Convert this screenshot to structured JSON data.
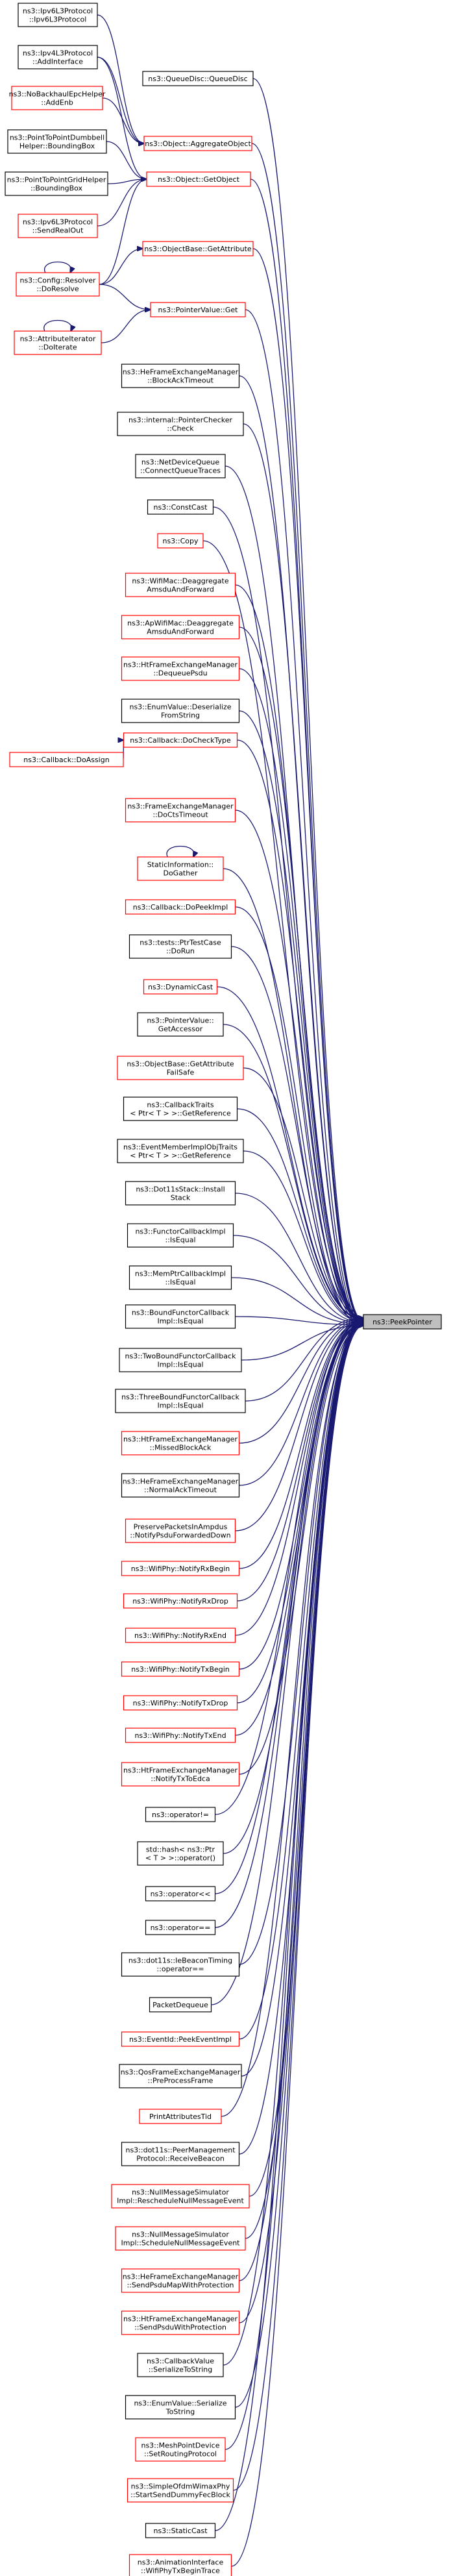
{
  "graph": {
    "colors": {
      "edge": "#191970",
      "border_red": "#ff0000",
      "border_black": "#000000",
      "root_fill": "#bfbfbf",
      "text": "#000000"
    },
    "root": {
      "id": "peek",
      "lines": [
        "ns3::PeekPointer"
      ],
      "style": "root"
    },
    "nodes": [
      {
        "id": "ipv6l3proto",
        "lines": [
          "ns3::Ipv6L3Protocol",
          "::Ipv6L3Protocol"
        ],
        "style": "black"
      },
      {
        "id": "ipv4l3add",
        "lines": [
          "ns3::Ipv4L3Protocol",
          "::AddInterface"
        ],
        "style": "black"
      },
      {
        "id": "nobackhaul",
        "lines": [
          "ns3::NoBackhaulEpcHelper",
          "::AddEnb"
        ],
        "style": "red"
      },
      {
        "id": "p2pdumbbell",
        "lines": [
          "ns3::PointToPointDumbbell",
          "Helper::BoundingBox"
        ],
        "style": "black"
      },
      {
        "id": "p2pgrid",
        "lines": [
          "ns3::PointToPointGridHelper",
          "::BoundingBox"
        ],
        "style": "black"
      },
      {
        "id": "ipv6send",
        "lines": [
          "ns3::Ipv6L3Protocol",
          "::SendRealOut"
        ],
        "style": "red"
      },
      {
        "id": "resolver",
        "lines": [
          "ns3::Config::Resolver",
          "::DoResolve"
        ],
        "style": "red"
      },
      {
        "id": "attriter",
        "lines": [
          "ns3::AttributeIterator",
          "::DoIterate"
        ],
        "style": "red"
      },
      {
        "id": "queuedisc",
        "lines": [
          "ns3::QueueDisc::QueueDisc"
        ],
        "style": "black"
      },
      {
        "id": "aggregate",
        "lines": [
          "ns3::Object::AggregateObject"
        ],
        "style": "red"
      },
      {
        "id": "getobject",
        "lines": [
          "ns3::Object::GetObject"
        ],
        "style": "red"
      },
      {
        "id": "getattribute",
        "lines": [
          "ns3::ObjectBase::GetAttribute"
        ],
        "style": "red"
      },
      {
        "id": "pvget",
        "lines": [
          "ns3::PointerValue::Get"
        ],
        "style": "red"
      },
      {
        "id": "heblockack",
        "lines": [
          "ns3::HeFrameExchangeManager",
          "::BlockAckTimeout"
        ],
        "style": "black"
      },
      {
        "id": "ptrcheck",
        "lines": [
          "ns3::internal::PointerChecker",
          "::Check"
        ],
        "style": "black"
      },
      {
        "id": "netdevq",
        "lines": [
          "ns3::NetDeviceQueue",
          "::ConnectQueueTraces"
        ],
        "style": "black"
      },
      {
        "id": "constcast",
        "lines": [
          "ns3::ConstCast"
        ],
        "style": "black"
      },
      {
        "id": "copy",
        "lines": [
          "ns3::Copy"
        ],
        "style": "red"
      },
      {
        "id": "wifimacdeagg",
        "lines": [
          "ns3::WifiMac::Deaggregate",
          "AmsduAndForward"
        ],
        "style": "red"
      },
      {
        "id": "apwifideagg",
        "lines": [
          "ns3::ApWifiMac::Deaggregate",
          "AmsduAndForward"
        ],
        "style": "red"
      },
      {
        "id": "htdequeue",
        "lines": [
          "ns3::HtFrameExchangeManager",
          "::DequeuePsdu"
        ],
        "style": "red"
      },
      {
        "id": "enumdeser",
        "lines": [
          "ns3::EnumValue::Deserialize",
          "FromString"
        ],
        "style": "black"
      },
      {
        "id": "docheck",
        "lines": [
          "ns3::Callback::DoCheckType"
        ],
        "style": "red"
      },
      {
        "id": "doassign",
        "lines": [
          "ns3::Callback::DoAssign"
        ],
        "style": "red"
      },
      {
        "id": "fedocts",
        "lines": [
          "ns3::FrameExchangeManager",
          "::DoCtsTimeout"
        ],
        "style": "red"
      },
      {
        "id": "staticinfo",
        "lines": [
          "StaticInformation::",
          "DoGather"
        ],
        "style": "red"
      },
      {
        "id": "dopeek",
        "lines": [
          "ns3::Callback::DoPeekImpl"
        ],
        "style": "red"
      },
      {
        "id": "ptrtestrun",
        "lines": [
          "ns3::tests::PtrTestCase",
          "::DoRun"
        ],
        "style": "black"
      },
      {
        "id": "dynamiccast",
        "lines": [
          "ns3::DynamicCast"
        ],
        "style": "red"
      },
      {
        "id": "pvgetaccessor",
        "lines": [
          "ns3::PointerValue::",
          "GetAccessor"
        ],
        "style": "black"
      },
      {
        "id": "getattrfailsafe",
        "lines": [
          "ns3::ObjectBase::GetAttribute",
          "FailSafe"
        ],
        "style": "red"
      },
      {
        "id": "cbtraits",
        "lines": [
          "ns3::CallbackTraits",
          "< Ptr< T > >::GetReference"
        ],
        "style": "black"
      },
      {
        "id": "evmember",
        "lines": [
          "ns3::EventMemberImplObjTraits",
          "< Ptr< T > >::GetReference"
        ],
        "style": "black"
      },
      {
        "id": "dot11sinstall",
        "lines": [
          "ns3::Dot11sStack::Install",
          "Stack"
        ],
        "style": "black"
      },
      {
        "id": "functorequal",
        "lines": [
          "ns3::FunctorCallbackImpl",
          "::IsEqual"
        ],
        "style": "black"
      },
      {
        "id": "memptrequal",
        "lines": [
          "ns3::MemPtrCallbackImpl",
          "::IsEqual"
        ],
        "style": "black"
      },
      {
        "id": "boundfunctor",
        "lines": [
          "ns3::BoundFunctorCallback",
          "Impl::IsEqual"
        ],
        "style": "black"
      },
      {
        "id": "twobound",
        "lines": [
          "ns3::TwoBoundFunctorCallback",
          "Impl::IsEqual"
        ],
        "style": "black"
      },
      {
        "id": "threebound",
        "lines": [
          "ns3::ThreeBoundFunctorCallback",
          "Impl::IsEqual"
        ],
        "style": "black"
      },
      {
        "id": "htmissed",
        "lines": [
          "ns3::HtFrameExchangeManager",
          "::MissedBlockAck"
        ],
        "style": "red"
      },
      {
        "id": "henormal",
        "lines": [
          "ns3::HeFrameExchangeManager",
          "::NormalAckTimeout"
        ],
        "style": "black"
      },
      {
        "id": "preservepkts",
        "lines": [
          "PreservePacketsInAmpdus",
          "::NotifyPsduForwardedDown"
        ],
        "style": "red"
      },
      {
        "id": "rxbegin",
        "lines": [
          "ns3::WifiPhy::NotifyRxBegin"
        ],
        "style": "red"
      },
      {
        "id": "rxdrop",
        "lines": [
          "ns3::WifiPhy::NotifyRxDrop"
        ],
        "style": "red"
      },
      {
        "id": "rxend",
        "lines": [
          "ns3::WifiPhy::NotifyRxEnd"
        ],
        "style": "red"
      },
      {
        "id": "txbegin",
        "lines": [
          "ns3::WifiPhy::NotifyTxBegin"
        ],
        "style": "red"
      },
      {
        "id": "txdrop",
        "lines": [
          "ns3::WifiPhy::NotifyTxDrop"
        ],
        "style": "red"
      },
      {
        "id": "txend",
        "lines": [
          "ns3::WifiPhy::NotifyTxEnd"
        ],
        "style": "red"
      },
      {
        "id": "httxtoedca",
        "lines": [
          "ns3::HtFrameExchangeManager",
          "::NotifyTxToEdca"
        ],
        "style": "red"
      },
      {
        "id": "opneq",
        "lines": [
          "ns3::operator!="
        ],
        "style": "black"
      },
      {
        "id": "stdhash",
        "lines": [
          "std::hash< ns3::Ptr",
          "< T > >::operator()"
        ],
        "style": "black"
      },
      {
        "id": "oplt",
        "lines": [
          "ns3::operator<<"
        ],
        "style": "black"
      },
      {
        "id": "opeq",
        "lines": [
          "ns3::operator=="
        ],
        "style": "black"
      },
      {
        "id": "dot11sbeacon",
        "lines": [
          "ns3::dot11s::IeBeaconTiming",
          "::operator=="
        ],
        "style": "black"
      },
      {
        "id": "pktdequeue",
        "lines": [
          "PacketDequeue"
        ],
        "style": "black"
      },
      {
        "id": "eventpeek",
        "lines": [
          "ns3::EventId::PeekEventImpl"
        ],
        "style": "red"
      },
      {
        "id": "qospre",
        "lines": [
          "ns3::QosFrameExchangeManager",
          "::PreProcessFrame"
        ],
        "style": "black"
      },
      {
        "id": "printattr",
        "lines": [
          "PrintAttributesTid"
        ],
        "style": "red"
      },
      {
        "id": "peermgmt",
        "lines": [
          "ns3::dot11s::PeerManagement",
          "Protocol::ReceiveBeacon"
        ],
        "style": "black"
      },
      {
        "id": "nullresched",
        "lines": [
          "ns3::NullMessageSimulator",
          "Impl::RescheduleNullMessageEvent"
        ],
        "style": "red"
      },
      {
        "id": "nullsched",
        "lines": [
          "ns3::NullMessageSimulator",
          "Impl::ScheduleNullMessageEvent"
        ],
        "style": "red"
      },
      {
        "id": "hesendmap",
        "lines": [
          "ns3::HeFrameExchangeManager",
          "::SendPsduMapWithProtection"
        ],
        "style": "red"
      },
      {
        "id": "htsendpsdu",
        "lines": [
          "ns3::HtFrameExchangeManager",
          "::SendPsduWithProtection"
        ],
        "style": "red"
      },
      {
        "id": "cbserialize",
        "lines": [
          "ns3::CallbackValue",
          "::SerializeToString"
        ],
        "style": "black"
      },
      {
        "id": "enumserialize",
        "lines": [
          "ns3::EnumValue::Serialize",
          "ToString"
        ],
        "style": "black"
      },
      {
        "id": "meshsetrouting",
        "lines": [
          "ns3::MeshPointDevice",
          "::SetRoutingProtocol"
        ],
        "style": "red"
      },
      {
        "id": "simpleofdm",
        "lines": [
          "ns3::SimpleOfdmWimaxPhy",
          "::StartSendDummyFecBlock"
        ],
        "style": "red"
      },
      {
        "id": "staticcast",
        "lines": [
          "ns3::StaticCast"
        ],
        "style": "black"
      },
      {
        "id": "animwifi",
        "lines": [
          "ns3::AnimationInterface",
          "::WifiPhyTxBeginTrace"
        ],
        "style": "red"
      }
    ],
    "edges": [
      [
        "ipv6l3proto",
        "aggregate"
      ],
      [
        "ipv4l3add",
        "aggregate"
      ],
      [
        "ipv4l3add",
        "getobject"
      ],
      [
        "nobackhaul",
        "aggregate"
      ],
      [
        "p2pdumbbell",
        "getobject"
      ],
      [
        "p2pgrid",
        "getobject"
      ],
      [
        "ipv6send",
        "getobject"
      ],
      [
        "resolver",
        "getobject"
      ],
      [
        "resolver",
        "getattribute"
      ],
      [
        "resolver",
        "pvget"
      ],
      [
        "resolver",
        "resolver"
      ],
      [
        "attriter",
        "pvget"
      ],
      [
        "attriter",
        "attriter"
      ],
      [
        "doassign",
        "docheck"
      ],
      [
        "staticinfo",
        "staticinfo"
      ],
      [
        "queuedisc",
        "peek"
      ],
      [
        "aggregate",
        "peek"
      ],
      [
        "getobject",
        "peek"
      ],
      [
        "getattribute",
        "peek"
      ],
      [
        "pvget",
        "peek"
      ],
      [
        "heblockack",
        "peek"
      ],
      [
        "ptrcheck",
        "peek"
      ],
      [
        "netdevq",
        "peek"
      ],
      [
        "constcast",
        "peek"
      ],
      [
        "copy",
        "peek"
      ],
      [
        "wifimacdeagg",
        "peek"
      ],
      [
        "apwifideagg",
        "peek"
      ],
      [
        "htdequeue",
        "peek"
      ],
      [
        "enumdeser",
        "peek"
      ],
      [
        "docheck",
        "peek"
      ],
      [
        "fedocts",
        "peek"
      ],
      [
        "staticinfo",
        "peek"
      ],
      [
        "dopeek",
        "peek"
      ],
      [
        "ptrtestrun",
        "peek"
      ],
      [
        "dynamiccast",
        "peek"
      ],
      [
        "pvgetaccessor",
        "peek"
      ],
      [
        "getattrfailsafe",
        "peek"
      ],
      [
        "cbtraits",
        "peek"
      ],
      [
        "evmember",
        "peek"
      ],
      [
        "dot11sinstall",
        "peek"
      ],
      [
        "functorequal",
        "peek"
      ],
      [
        "memptrequal",
        "peek"
      ],
      [
        "boundfunctor",
        "peek"
      ],
      [
        "twobound",
        "peek"
      ],
      [
        "threebound",
        "peek"
      ],
      [
        "htmissed",
        "peek"
      ],
      [
        "henormal",
        "peek"
      ],
      [
        "preservepkts",
        "peek"
      ],
      [
        "rxbegin",
        "peek"
      ],
      [
        "rxdrop",
        "peek"
      ],
      [
        "rxend",
        "peek"
      ],
      [
        "txbegin",
        "peek"
      ],
      [
        "txdrop",
        "peek"
      ],
      [
        "txend",
        "peek"
      ],
      [
        "httxtoedca",
        "peek"
      ],
      [
        "opneq",
        "peek"
      ],
      [
        "stdhash",
        "peek"
      ],
      [
        "oplt",
        "peek"
      ],
      [
        "opeq",
        "peek"
      ],
      [
        "dot11sbeacon",
        "peek"
      ],
      [
        "pktdequeue",
        "peek"
      ],
      [
        "eventpeek",
        "peek"
      ],
      [
        "qospre",
        "peek"
      ],
      [
        "printattr",
        "peek"
      ],
      [
        "peermgmt",
        "peek"
      ],
      [
        "nullresched",
        "peek"
      ],
      [
        "nullsched",
        "peek"
      ],
      [
        "hesendmap",
        "peek"
      ],
      [
        "htsendpsdu",
        "peek"
      ],
      [
        "cbserialize",
        "peek"
      ],
      [
        "enumserialize",
        "peek"
      ],
      [
        "meshsetrouting",
        "peek"
      ],
      [
        "simpleofdm",
        "peek"
      ],
      [
        "staticcast",
        "peek"
      ],
      [
        "animwifi",
        "peek"
      ]
    ]
  }
}
